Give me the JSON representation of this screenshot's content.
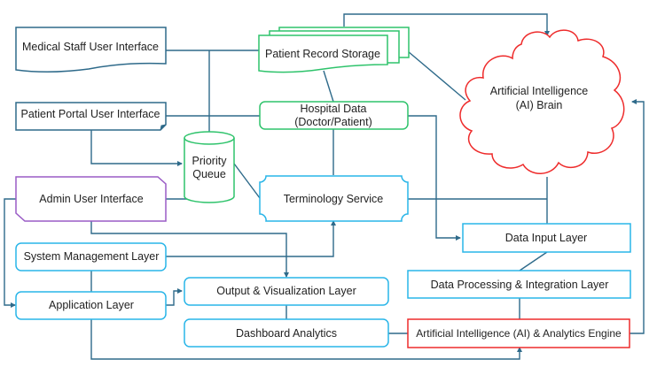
{
  "diagram": {
    "title": "Hospital AI System Architecture",
    "colors": {
      "connector": "#2e6a8a",
      "ui_border": "#2e6a8a",
      "green": "#2ec36b",
      "blue": "#29b5e8",
      "purple": "#9a5cc6",
      "red": "#ee2b2b",
      "text": "#222222"
    },
    "nodes": {
      "medical_staff_ui": {
        "label": "Medical Staff User Interface"
      },
      "patient_portal_ui": {
        "label": "Patient Portal User Interface"
      },
      "patient_record_storage": {
        "label": "Patient Record Storage"
      },
      "hospital_data": {
        "line1": "Hospital Data",
        "line2": "(Doctor/Patient)"
      },
      "priority_queue": {
        "line1": "Priority",
        "line2": "Queue"
      },
      "ai_brain": {
        "line1": "Artificial Intelligence",
        "line2": "(AI) Brain"
      },
      "admin_ui": {
        "label": "Admin User Interface"
      },
      "terminology_service": {
        "label": "Terminology Service"
      },
      "data_input_layer": {
        "label": "Data Input Layer"
      },
      "system_management_layer": {
        "label": "System Management Layer"
      },
      "application_layer": {
        "label": "Application Layer"
      },
      "output_visualization_layer": {
        "label": "Output & Visualization Layer"
      },
      "data_processing_layer": {
        "label": "Data Processing & Integration Layer"
      },
      "dashboard_analytics": {
        "label": "Dashboard Analytics"
      },
      "ai_analytics_engine": {
        "label": "Artificial Intelligence (AI) & Analytics Engine"
      }
    }
  }
}
